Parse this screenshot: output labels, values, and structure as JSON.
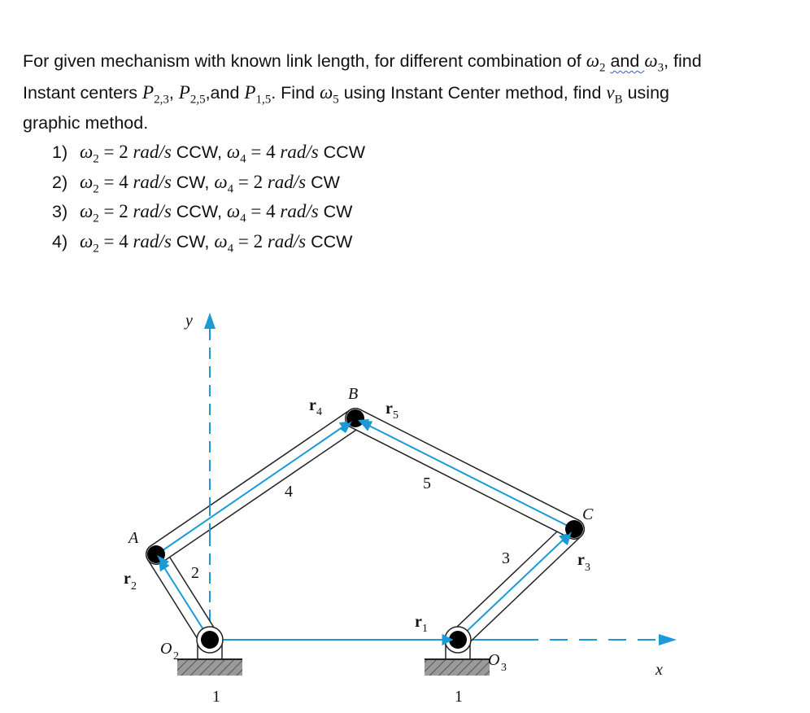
{
  "problem": {
    "line1_text_a": "For given mechanism with known link length, for different combination of ",
    "omega2": "ω",
    "omega2_sub": "2",
    "and_word": "and",
    "omega3": "ω",
    "omega3_sub": "3",
    "line1_text_b": ", find",
    "line2_text_a": "Instant centers ",
    "p23": "P",
    "p23_sub": "2,3",
    "p25": "P",
    "p25_sub": "2,5",
    "line2_and": ",and ",
    "p15": "P",
    "p15_sub": "1,5",
    "line2_text_b": ". Find ",
    "omega5": "ω",
    "omega5_sub": "5",
    "line2_text_c": " using Instant Center method, find ",
    "vb": "v",
    "vb_sub": "B",
    "line2_text_d": " using",
    "line3_text": "graphic method."
  },
  "cases": [
    {
      "num": "1)",
      "w2_val": "2",
      "w2_unit": "rad/s",
      "w2_dir": "CCW",
      "w4_val": "4",
      "w4_unit": "rad/s",
      "w4_dir": "CCW"
    },
    {
      "num": "2)",
      "w2_val": "4",
      "w2_unit": "rad/s",
      "w2_dir": "CW",
      "w4_val": "2",
      "w4_unit": "rad/s",
      "w4_dir": "CW"
    },
    {
      "num": "3)",
      "w2_val": "2",
      "w2_unit": "rad/s",
      "w2_dir": "CCW",
      "w4_val": "4",
      "w4_unit": "rad/s",
      "w4_dir": "CW"
    },
    {
      "num": "4)",
      "w2_val": "4",
      "w2_unit": "rad/s",
      "w2_dir": "CW",
      "w4_val": "2",
      "w4_unit": "rad/s",
      "w4_dir": "CCW"
    }
  ],
  "case_symbols": {
    "omega": "ω",
    "w2_sub": "2",
    "w4_sub": "4",
    "equals": " = "
  },
  "figure": {
    "colors": {
      "vector": "#1b9ad6",
      "link": "#222222",
      "joint": "#000000",
      "ground": "#888888"
    },
    "labels": {
      "y_axis": "y",
      "x_axis": "x",
      "A": "A",
      "B": "B",
      "C": "C",
      "O2": "O",
      "O2_sub": "2",
      "O3": "O",
      "O3_sub": "3",
      "r1": "r",
      "r1_sub": "1",
      "r2": "r",
      "r2_sub": "2",
      "r3": "r",
      "r3_sub": "3",
      "r4": "r",
      "r4_sub": "4",
      "r5": "r",
      "r5_sub": "5",
      "link2": "2",
      "link3": "3",
      "link4": "4",
      "link5": "5",
      "ground_left": "1",
      "ground_right": "1"
    }
  }
}
